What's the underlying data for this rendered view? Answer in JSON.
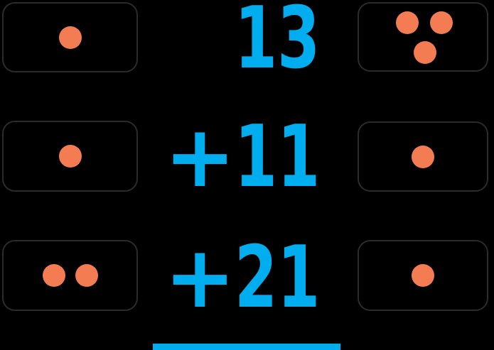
{
  "colors": {
    "background": "#000000",
    "tile_border": "#2d2a2b",
    "dot_orange": "#F47C52",
    "number_blue": "#00AEEF"
  },
  "problem": {
    "rows": [
      {
        "operator": "",
        "number": "13",
        "left_tile_dots": 1,
        "right_tile_dots": 3
      },
      {
        "operator": "+",
        "number": "11",
        "left_tile_dots": 1,
        "right_tile_dots": 1
      },
      {
        "operator": "+",
        "number": "21",
        "left_tile_dots": 2,
        "right_tile_dots": 1
      }
    ]
  }
}
